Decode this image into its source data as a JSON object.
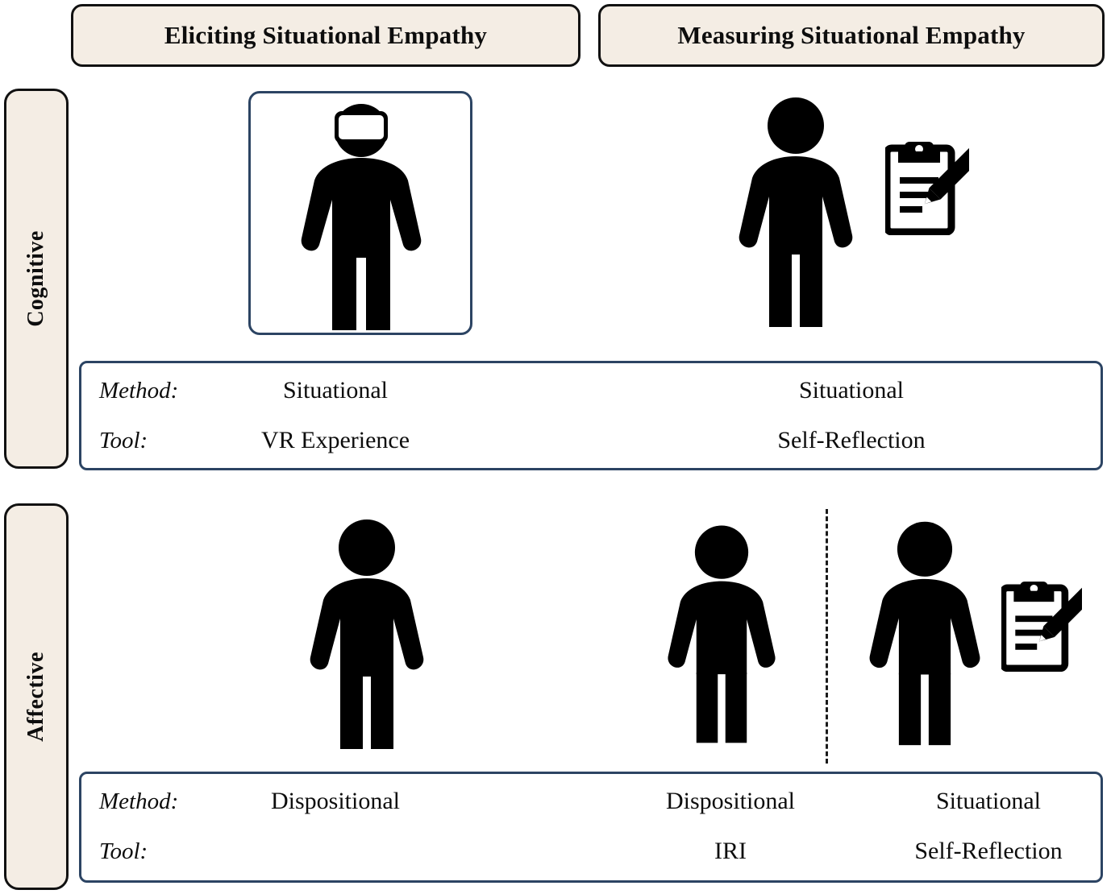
{
  "headers": {
    "eliciting": "Eliciting Situational Empathy",
    "measuring": "Measuring Situational Empathy"
  },
  "rows": {
    "cognitive": {
      "label": "Cognitive",
      "method_key": "Method:",
      "tool_key": "Tool:",
      "eliciting": {
        "method": "Situational",
        "tool": "VR Experience",
        "figure": "person-with-vr-headset-icon",
        "framed": true
      },
      "measuring": {
        "method": "Situational",
        "tool": "Self-Reflection",
        "figure": "person-icon",
        "accessory": "clipboard-pencil-icon"
      }
    },
    "affective": {
      "label": "Affective",
      "method_key": "Method:",
      "tool_key": "Tool:",
      "eliciting": {
        "method": "Dispositional",
        "tool": "",
        "figure": "person-icon"
      },
      "measuring_left": {
        "method": "Dispositional",
        "tool": "IRI",
        "figure": "person-icon"
      },
      "measuring_right": {
        "method": "Situational",
        "tool": "Self-Reflection",
        "figure": "person-icon",
        "accessory": "clipboard-pencil-icon"
      },
      "divider": "dashed-vertical-divider"
    }
  },
  "colors": {
    "header_fill": "#F4EDE4",
    "header_border": "#111111",
    "box_border": "#2C4463",
    "figure": "#000000",
    "background": "#FFFFFF"
  }
}
